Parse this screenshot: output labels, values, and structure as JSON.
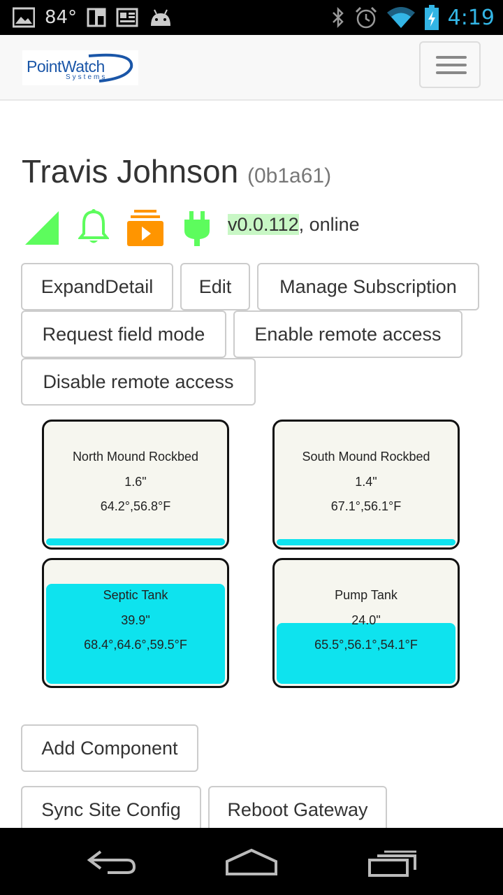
{
  "status_bar": {
    "temperature": "84°",
    "time": "4:19",
    "time_color": "#33b5e5",
    "left_icons": [
      "image-icon",
      "book-icon",
      "news-icon",
      "android-icon"
    ],
    "right_icons": [
      "bluetooth-icon",
      "alarm-icon",
      "wifi-icon",
      "battery-icon"
    ]
  },
  "navbar": {
    "logo_main": "PointWatch",
    "logo_sub": "Systems",
    "menu_icon": "hamburger-icon"
  },
  "site": {
    "name": "Travis Johnson",
    "id": "(0b1a61)",
    "version": "v0.0.112",
    "state": ", online",
    "status_icons": [
      "signal-icon",
      "bell-icon",
      "video-icon",
      "plug-icon"
    ],
    "colors": {
      "ok": "#5dfc5d",
      "warning": "#ff9500",
      "highlight": "#c8f7c5"
    }
  },
  "actions": {
    "expand_detail": "ExpandDetail",
    "edit": "Edit",
    "manage_subscription": "Manage Subscription",
    "request_field_mode": "Request field mode",
    "enable_remote_access": "Enable remote access",
    "disable_remote_access": "Disable remote access",
    "add_component": "Add Component",
    "sync_site_config": "Sync Site Config",
    "reboot_gateway": "Reboot Gateway"
  },
  "tanks": [
    {
      "name": "North Mound Rockbed",
      "level": "1.6\"",
      "temps": "64.2°,56.8°F",
      "fill_fraction": 0.06
    },
    {
      "name": "South Mound Rockbed",
      "level": "1.4\"",
      "temps": "67.1°,56.1°F",
      "fill_fraction": 0.05
    },
    {
      "name": "Septic Tank",
      "level": "39.9\"",
      "temps": "68.4°,64.6°,59.5°F",
      "fill_fraction": 0.82
    },
    {
      "name": "Pump Tank",
      "level": "24.0\"",
      "temps": "65.5°,56.1°,54.1°F",
      "fill_fraction": 0.5
    }
  ],
  "tank_fill_color": "#0ee3ee",
  "bottom_nav": [
    "back-icon",
    "home-icon",
    "recents-icon"
  ]
}
